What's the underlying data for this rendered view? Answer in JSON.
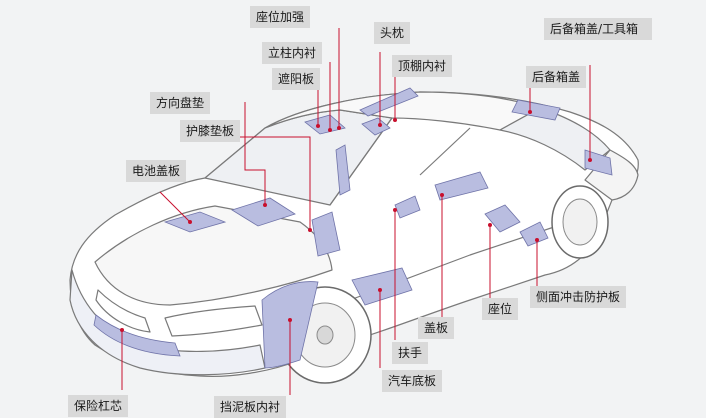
{
  "colors": {
    "background": "#f2f3f4",
    "label_bg": "#d9d9d9",
    "leader_line": "#c8102e",
    "part_fill": "#b9bde0",
    "car_outline": "#7a7a7a"
  },
  "labels": {
    "seat_reinforcement": "座位加强",
    "headrest": "头枕",
    "trunk_lid_toolbox": "后备箱盖/工具箱",
    "pillar_trim": "立柱内衬",
    "headliner": "顶棚内衬",
    "sun_visor": "遮阳板",
    "trunk_lid": "后备箱盖",
    "steering_pad": "方向盘垫",
    "knee_pad": "护膝垫板",
    "battery_cover": "电池盖板",
    "side_impact": "侧面冲击防护板",
    "seat": "座位",
    "cover_panel": "盖板",
    "armrest": "扶手",
    "floor_panel": "汽车底板",
    "bumper_core": "保险杠芯",
    "fender_liner": "挡泥板内衬"
  }
}
